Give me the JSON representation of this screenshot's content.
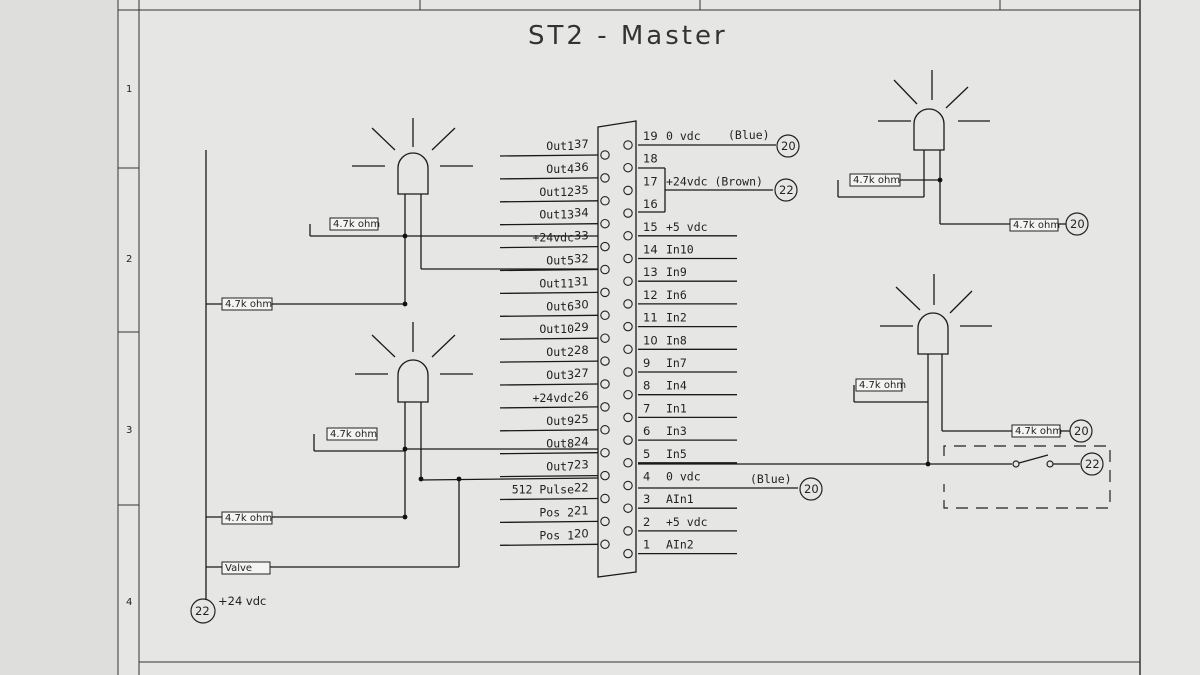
{
  "title": "ST2 - Master",
  "zone_numbers": [
    "1",
    "2",
    "3",
    "4"
  ],
  "left_pins": [
    {
      "name": "Out1",
      "num": "37"
    },
    {
      "name": "Out4",
      "num": "36"
    },
    {
      "name": "Out12",
      "num": "35"
    },
    {
      "name": "Out13",
      "num": "34"
    },
    {
      "name": "+24vdc",
      "num": "33"
    },
    {
      "name": "Out5",
      "num": "32"
    },
    {
      "name": "Out11",
      "num": "31"
    },
    {
      "name": "Out6",
      "num": "30"
    },
    {
      "name": "Out10",
      "num": "29"
    },
    {
      "name": "Out2",
      "num": "28"
    },
    {
      "name": "Out3",
      "num": "27"
    },
    {
      "name": "+24vdc",
      "num": "26"
    },
    {
      "name": "Out9",
      "num": "25"
    },
    {
      "name": "Out8",
      "num": "24"
    },
    {
      "name": "Out7",
      "num": "23"
    },
    {
      "name": "512 Pulse",
      "num": "22"
    },
    {
      "name": "Pos 2",
      "num": "21"
    },
    {
      "name": "Pos 1",
      "num": "20"
    }
  ],
  "right_pins": [
    {
      "num": "19",
      "name": "0 vdc"
    },
    {
      "num": "18",
      "name": ""
    },
    {
      "num": "17",
      "name": "+24vdc (Brown)"
    },
    {
      "num": "16",
      "name": ""
    },
    {
      "num": "15",
      "name": "+5 vdc"
    },
    {
      "num": "14",
      "name": "In10"
    },
    {
      "num": "13",
      "name": "In9"
    },
    {
      "num": "12",
      "name": "In6"
    },
    {
      "num": "11",
      "name": "In2"
    },
    {
      "num": "10",
      "name": "In8"
    },
    {
      "num": "9",
      "name": "In7"
    },
    {
      "num": "8",
      "name": "In4"
    },
    {
      "num": "7",
      "name": "In1"
    },
    {
      "num": "6",
      "name": "In3"
    },
    {
      "num": "5",
      "name": "In5"
    },
    {
      "num": "4",
      "name": "0 vdc"
    },
    {
      "num": "3",
      "name": "AIn1"
    },
    {
      "num": "2",
      "name": "+5 vdc"
    },
    {
      "num": "1",
      "name": "AIn2"
    }
  ],
  "wire_notes": {
    "blue_top": "(Blue)",
    "blue_bottom": "(Blue)"
  },
  "resistor_label": "4.7k ohm",
  "valve_label": "Valve",
  "supply_label": "+24 vdc",
  "refs": {
    "ref_20": "20",
    "ref_22": "22"
  }
}
